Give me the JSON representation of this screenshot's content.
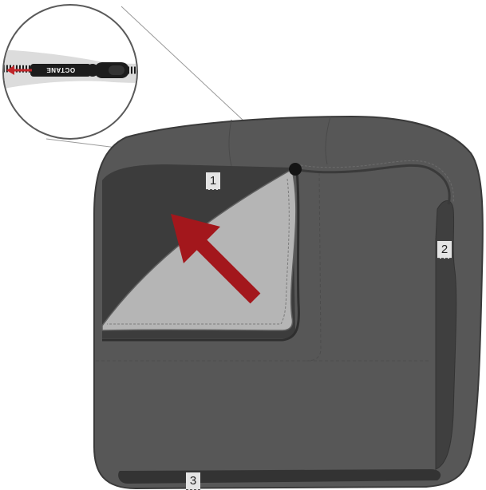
{
  "diagram": {
    "zipper_brand": "OCTANE",
    "step_labels": [
      {
        "id": "1",
        "text": "1"
      },
      {
        "id": "2",
        "text": "2"
      },
      {
        "id": "3",
        "text": "3"
      }
    ],
    "colors": {
      "cushion_outer": "#575757",
      "cushion_border": "#3a3a3a",
      "inner_panel_dark": "#3c3c3c",
      "folded_cover": "#b5b5b5",
      "side_panel": "#3f3f3f",
      "arrow": "#a3171c",
      "zipper_pull": "#141414",
      "callout_line": "#9a9a9a"
    },
    "icons": {
      "direction_arrow": "arrow-up-left-icon",
      "zipper": "zipper-icon",
      "zipper_pull": "zipper-pull-icon"
    }
  }
}
